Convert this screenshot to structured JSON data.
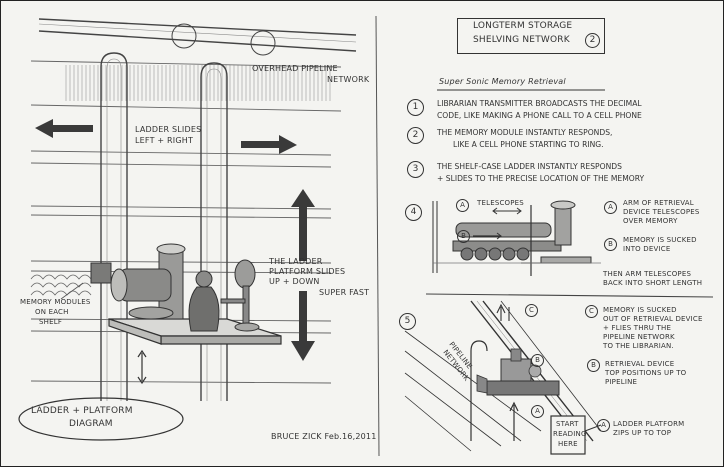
{
  "left": {
    "pipeline_label_1": "OVERHEAD PIPELINE",
    "pipeline_label_2": "NETWORK",
    "ladder_slides_1": "LADDER SLIDES",
    "ladder_slides_2": "LEFT + RIGHT",
    "platform_1": "THE LADDER",
    "platform_2": "PLATFORM SLIDES",
    "platform_3": "UP + DOWN",
    "platform_4": "SUPER FAST",
    "memory_1": "MEMORY MODULES",
    "memory_2": "ON EACH",
    "memory_3": "SHELF",
    "caption_1": "LADDER + PLATFORM",
    "caption_2": "DIAGRAM",
    "signature": "BRUCE ZICK   Feb.16,2011"
  },
  "right": {
    "title_1": "LONGTERM STORAGE",
    "title_2": "SHELVING NETWORK",
    "title_num": "2",
    "subtitle": "Super Sonic Memory Retrieval",
    "steps": [
      {
        "num": "1",
        "line1": "LIBRARIAN TRANSMITTER BROADCASTS THE DECIMAL",
        "line2": "CODE, LIKE MAKING A PHONE CALL TO A CELL PHONE"
      },
      {
        "num": "2",
        "line1": "THE MEMORY MODULE INSTANTLY RESPONDS,",
        "line2": "LIKE A CELL PHONE STARTING TO RING."
      },
      {
        "num": "3",
        "line1": "THE SHELF-CASE LADDER INSTANTLY RESPONDS",
        "line2": "+ SLIDES TO THE PRECISE LOCATION OF THE MEMORY"
      }
    ],
    "step4": {
      "num": "4",
      "a_tag": "A",
      "b_tag": "B",
      "telescopes": "TELESCOPES",
      "note_a_1": "ARM OF RETRIEVAL",
      "note_a_2": "DEVICE TELESCOPES",
      "note_a_3": "OVER MEMORY",
      "note_b_1": "MEMORY IS SUCKED",
      "note_b_2": "INTO DEVICE",
      "then_1": "THEN ARM TELESCOPES",
      "then_2": "BACK INTO SHORT LENGTH"
    },
    "step5": {
      "num": "5",
      "pipeline_1": "PIPELINE",
      "pipeline_2": "NETWORK",
      "c_tag": "C",
      "b_tag": "B",
      "a_tag": "A",
      "note_c_1": "MEMORY IS SUCKED",
      "note_c_2": "OUT OF RETRIEVAL DEVICE",
      "note_c_3": "+ FLIES THRU THE",
      "note_c_4": "PIPELINE NETWORK",
      "note_c_5": "TO THE LIBRARIAN.",
      "note_b_1": "RETRIEVAL DEVICE",
      "note_b_2": "TOP POSITIONS UP TO",
      "note_b_3": "PIPELINE",
      "note_a_1": "LADDER PLATFORM",
      "note_a_2": "ZIPS UP TO TOP",
      "start_1": "START",
      "start_2": "READING",
      "start_3": "HERE"
    }
  }
}
